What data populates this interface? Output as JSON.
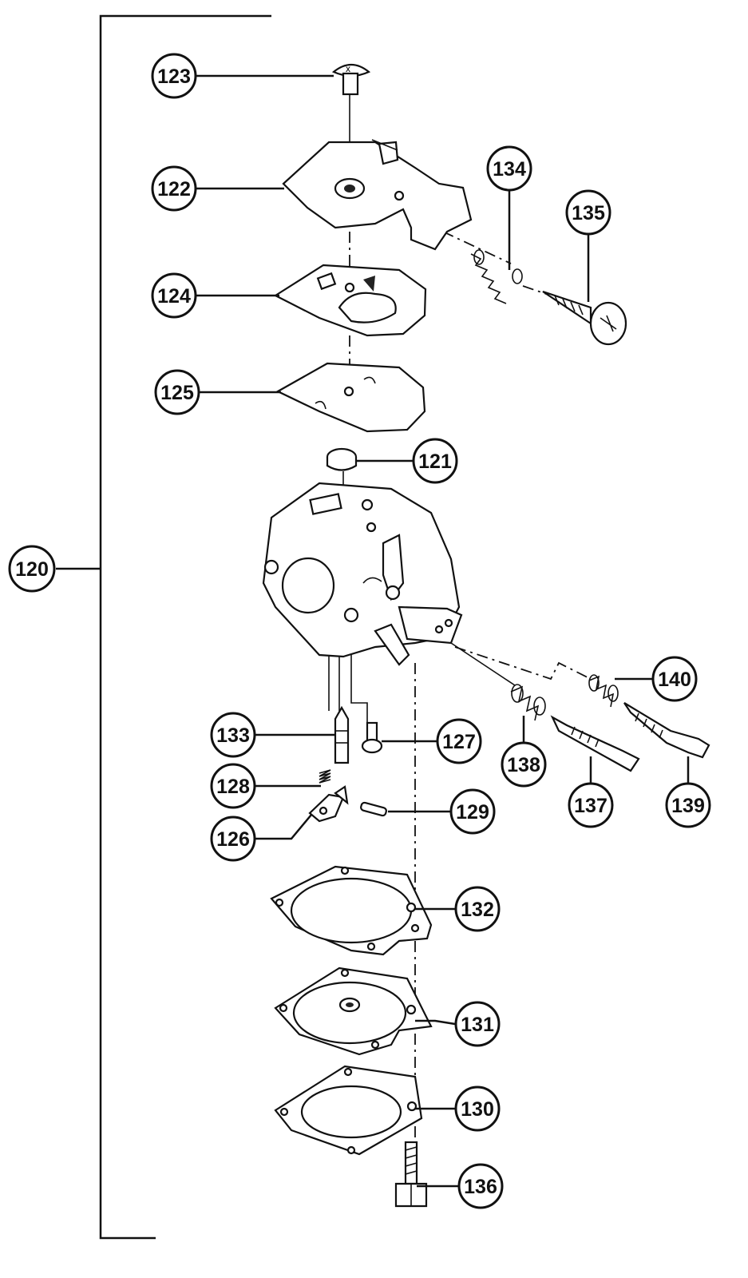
{
  "diagram": {
    "callouts": [
      {
        "id": "assembly",
        "label": "120"
      },
      {
        "id": "fuel-inlet-screen",
        "label": "121"
      },
      {
        "id": "pump-cover",
        "label": "122"
      },
      {
        "id": "cover-screw",
        "label": "123"
      },
      {
        "id": "pump-gasket",
        "label": "124"
      },
      {
        "id": "pump-diaphragm",
        "label": "125"
      },
      {
        "id": "inlet-lever",
        "label": "126"
      },
      {
        "id": "lever-screw",
        "label": "127"
      },
      {
        "id": "lever-spring",
        "label": "128"
      },
      {
        "id": "lever-pin",
        "label": "129"
      },
      {
        "id": "metering-gasket",
        "label": "130"
      },
      {
        "id": "metering-diaphragm",
        "label": "131"
      },
      {
        "id": "metering-cover",
        "label": "132"
      },
      {
        "id": "inlet-needle",
        "label": "133"
      },
      {
        "id": "idle-spring",
        "label": "134"
      },
      {
        "id": "idle-screw",
        "label": "135"
      },
      {
        "id": "cover-bolt",
        "label": "136"
      },
      {
        "id": "low-speed-needle",
        "label": "137"
      },
      {
        "id": "needle-spring",
        "label": "138"
      },
      {
        "id": "high-speed-needle",
        "label": "139"
      },
      {
        "id": "high-speed-spring",
        "label": "140"
      }
    ]
  }
}
